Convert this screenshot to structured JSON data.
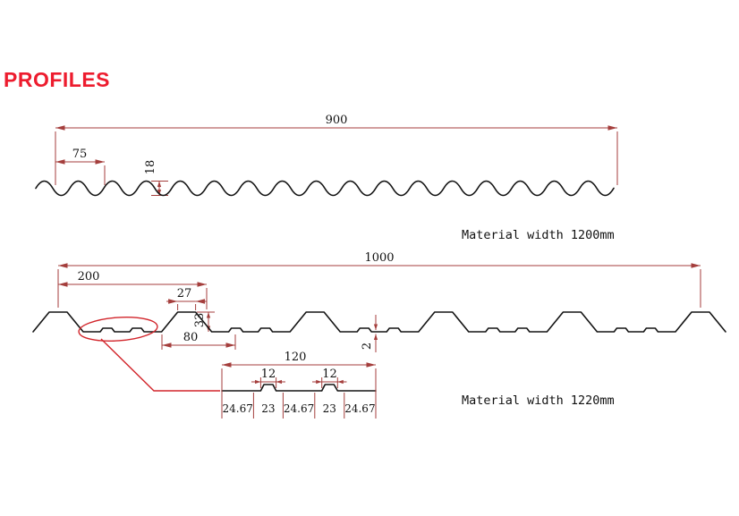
{
  "page": {
    "title": "PROFILES"
  },
  "colors": {
    "title": "#ed1c2e",
    "dimension": "#a43e3c",
    "profile": "#141414",
    "highlight": "#d2252b"
  },
  "profile_corrugated": {
    "dim_overall": "900",
    "dim_pitch": "75",
    "dim_height": "18",
    "material_note": "Material width 1200mm"
  },
  "profile_trapezoidal": {
    "dim_overall": "1000",
    "dim_pitch": "200",
    "dim_rib_top": "27",
    "dim_rib_height": "33",
    "dim_rib_base": "80",
    "dim_thickness": "2",
    "material_note": "Material width 1220mm",
    "detail": {
      "dim_overall": "120",
      "dim_bump1": "12",
      "dim_bump2": "12",
      "segments": [
        "24.67",
        "23",
        "24.67",
        "23",
        "24.67"
      ]
    }
  }
}
